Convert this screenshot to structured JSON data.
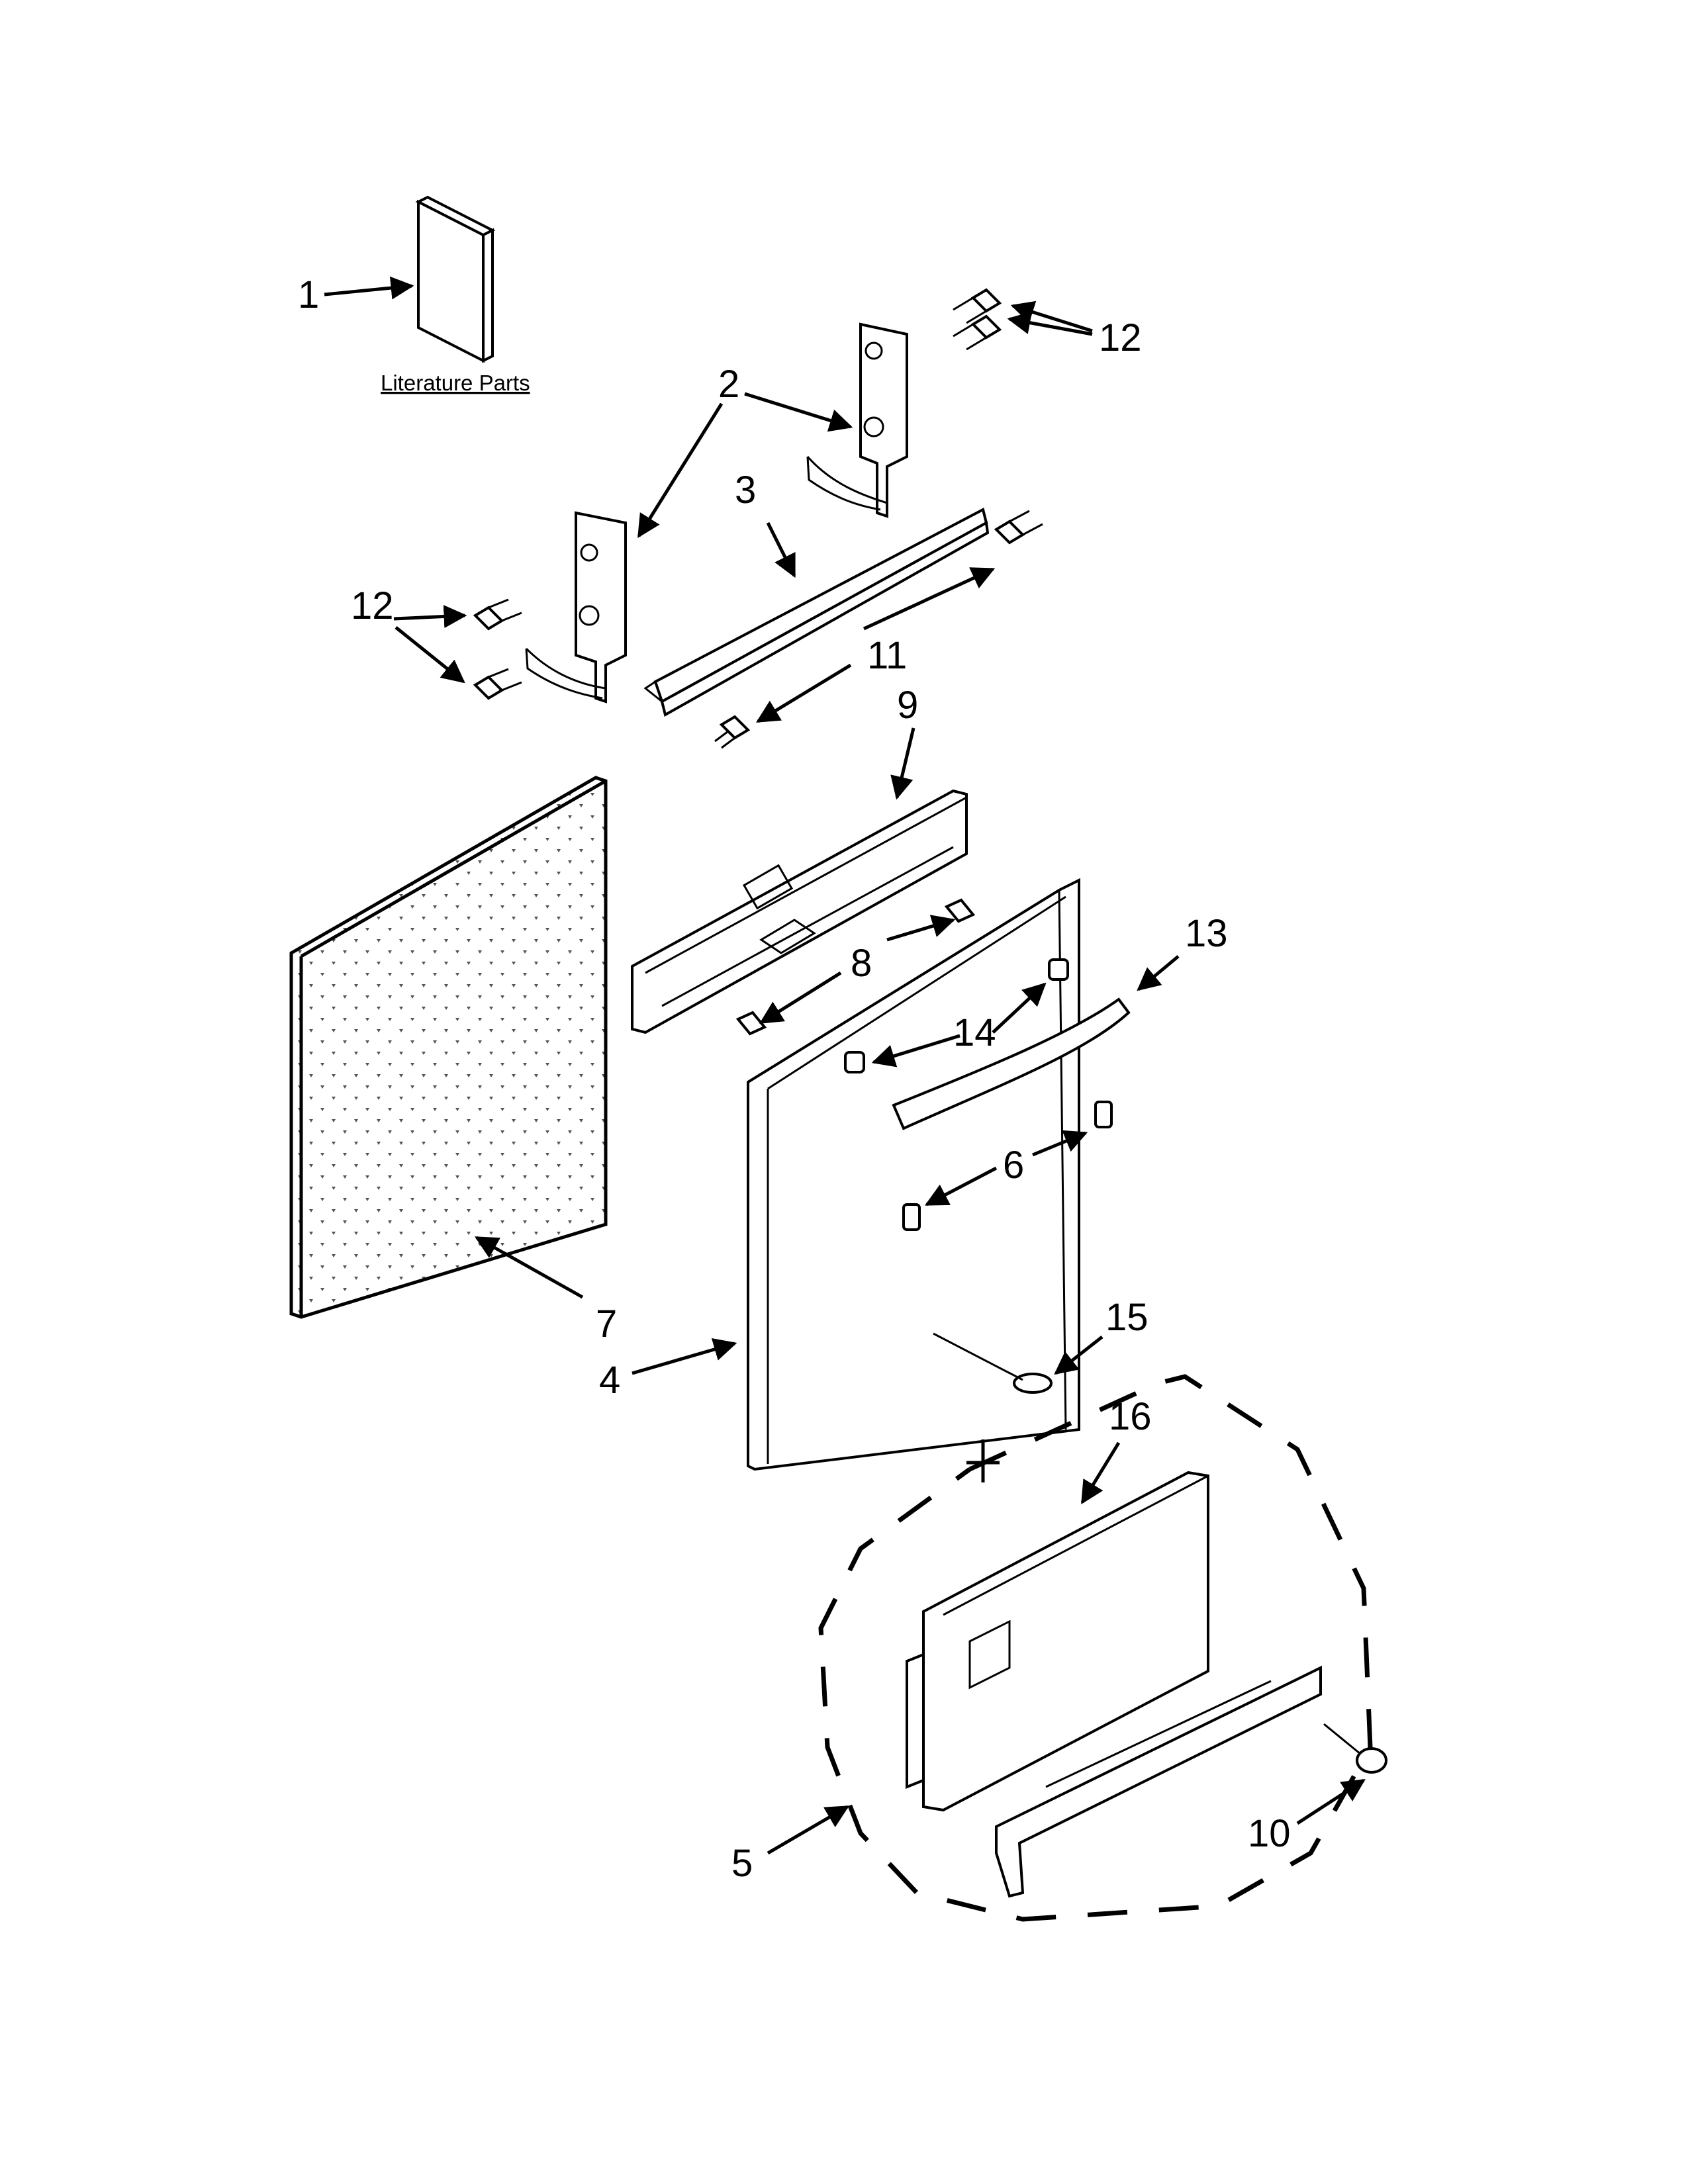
{
  "caption": "Literature Parts",
  "callouts": {
    "c1": "1",
    "c2": "2",
    "c3": "3",
    "c4": "4",
    "c5": "5",
    "c6": "6",
    "c7": "7",
    "c8": "8",
    "c9": "9",
    "c10": "10",
    "c11": "11",
    "c12a": "12",
    "c12b": "12",
    "c13": "13",
    "c14": "14",
    "c15": "15",
    "c16": "16"
  }
}
